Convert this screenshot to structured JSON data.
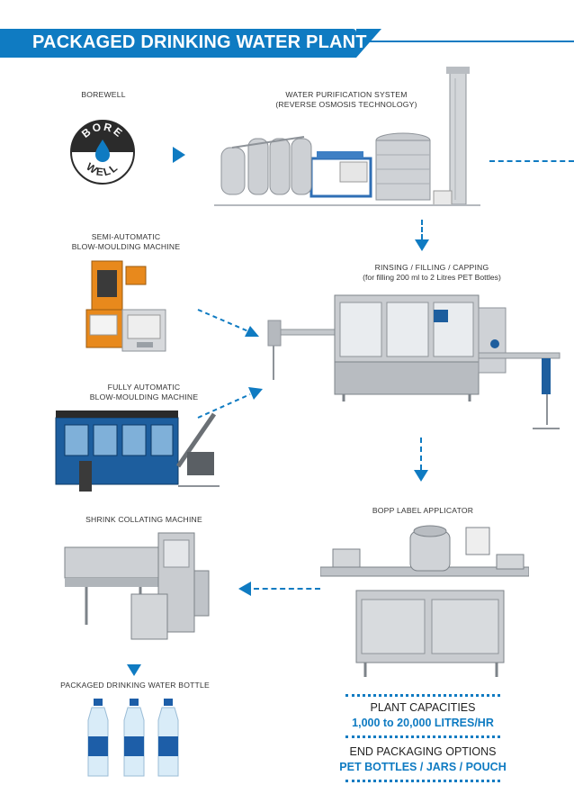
{
  "header": {
    "title": "PACKAGED DRINKING WATER PLANT"
  },
  "stages": {
    "borewell": "BOREWELL",
    "purification_line1": "WATER PURIFICATION SYSTEM",
    "purification_line2": "(REVERSE OSMOSIS TECHNOLOGY)",
    "semi_line1": "SEMI-AUTOMATIC",
    "semi_line2": "BLOW-MOULDING MACHINE",
    "rinsing_line1": "RINSING / FILLING / CAPPING",
    "rinsing_line2": "(for filling 200 ml to 2 Litres PET Bottles)",
    "fully_line1": "FULLY AUTOMATIC",
    "fully_line2": "BLOW-MOULDING MACHINE",
    "shrink": "SHRINK COLLATING MACHINE",
    "bopp": "BOPP LABEL APPLICATOR",
    "bottle": "PACKAGED DRINKING WATER BOTTLE"
  },
  "logo": {
    "top_text": "BORE",
    "bottom_text": "WELL"
  },
  "capacities": {
    "heading": "PLANT CAPACITIES",
    "value": "1,000 to 20,000 LITRES/HR",
    "options_heading": "END PACKAGING OPTIONS",
    "options_value": "PET BOTTLES /  JARS / POUCH"
  },
  "colors": {
    "accent": "#0f7bc2",
    "machine_blue": "#1d5e9e",
    "machine_orange": "#e8891c",
    "steel": "#c4c8cc"
  }
}
